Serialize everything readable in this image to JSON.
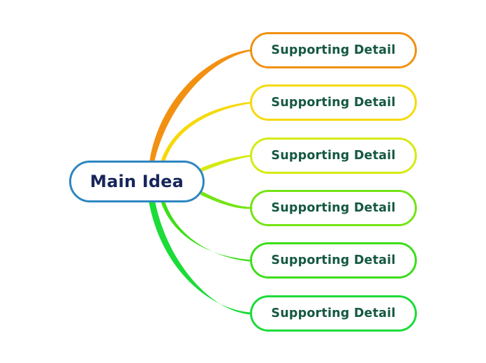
{
  "diagram": {
    "type": "mind-map",
    "background_color": "#ffffff",
    "main_node": {
      "label": "Main Idea",
      "border_color": "#2E86C1",
      "text_color": "#17265B"
    },
    "detail_text_color": "#155842",
    "detail_nodes": [
      {
        "label": "Supporting Detail",
        "color": "#F29111"
      },
      {
        "label": "Supporting Detail",
        "color": "#F6D90C"
      },
      {
        "label": "Supporting Detail",
        "color": "#D5EA12"
      },
      {
        "label": "Supporting Detail",
        "color": "#74E414"
      },
      {
        "label": "Supporting Detail",
        "color": "#3CDE18"
      },
      {
        "label": "Supporting Detail",
        "color": "#1BDC38"
      }
    ]
  }
}
